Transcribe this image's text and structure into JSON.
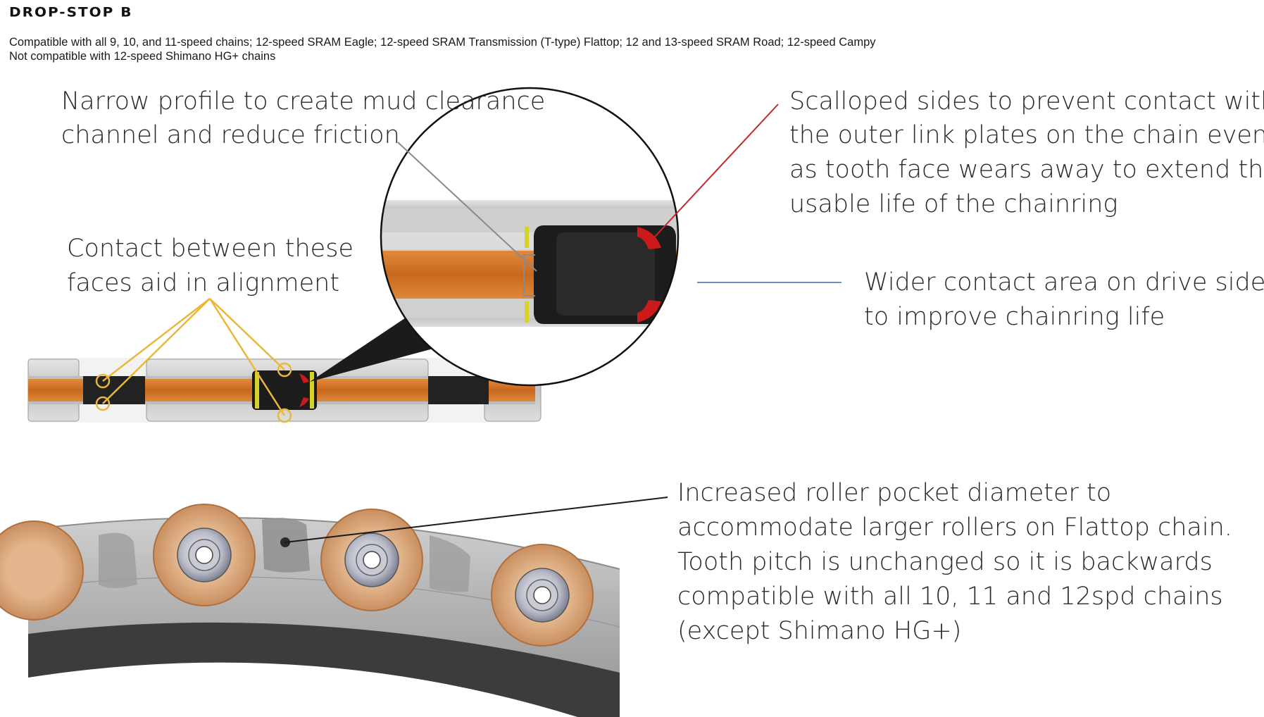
{
  "header": {
    "title": "DROP-STOP B",
    "compatible": "Compatible with all 9, 10, and 11-speed chains; 12-speed SRAM Eagle; 12-speed SRAM Transmission (T-type) Flattop; 12 and 13-speed SRAM Road; 12-speed Campy",
    "not_compatible": "Not compatible with 12-speed Shimano HG+ chains"
  },
  "callouts": {
    "narrow_profile": [
      "Narrow profile to create mud clearance",
      "channel and reduce friction"
    ],
    "contact_faces": [
      "Contact between these",
      "faces aid in alignment"
    ],
    "scalloped_sides": [
      "Scalloped sides to prevent contact with",
      "the outer link plates on the chain even",
      "as tooth face wears away to extend the",
      "usable life of the chainring"
    ],
    "wider_contact": [
      "Wider contact area on drive side",
      "to improve chainring life"
    ],
    "roller_pocket": [
      "Increased roller pocket diameter to",
      "accommodate larger rollers on Flattop chain.",
      "Tooth pitch is unchanged so it is backwards",
      "compatible with all 10, 11 and 12spd chains",
      "(except Shimano HG+)"
    ]
  },
  "colors": {
    "roller_orange": "#d4762a",
    "roller_tan": "#d9a77c",
    "plate_grey": "#c8c8c8",
    "tooth_black": "#1e1e1e",
    "scallop_red": "#cc1a1a",
    "accent_yellow": "#e9b83b",
    "leader_red": "#c4262e",
    "leader_blue": "#6e8fb8",
    "leader_grey": "#8a8a8a"
  }
}
